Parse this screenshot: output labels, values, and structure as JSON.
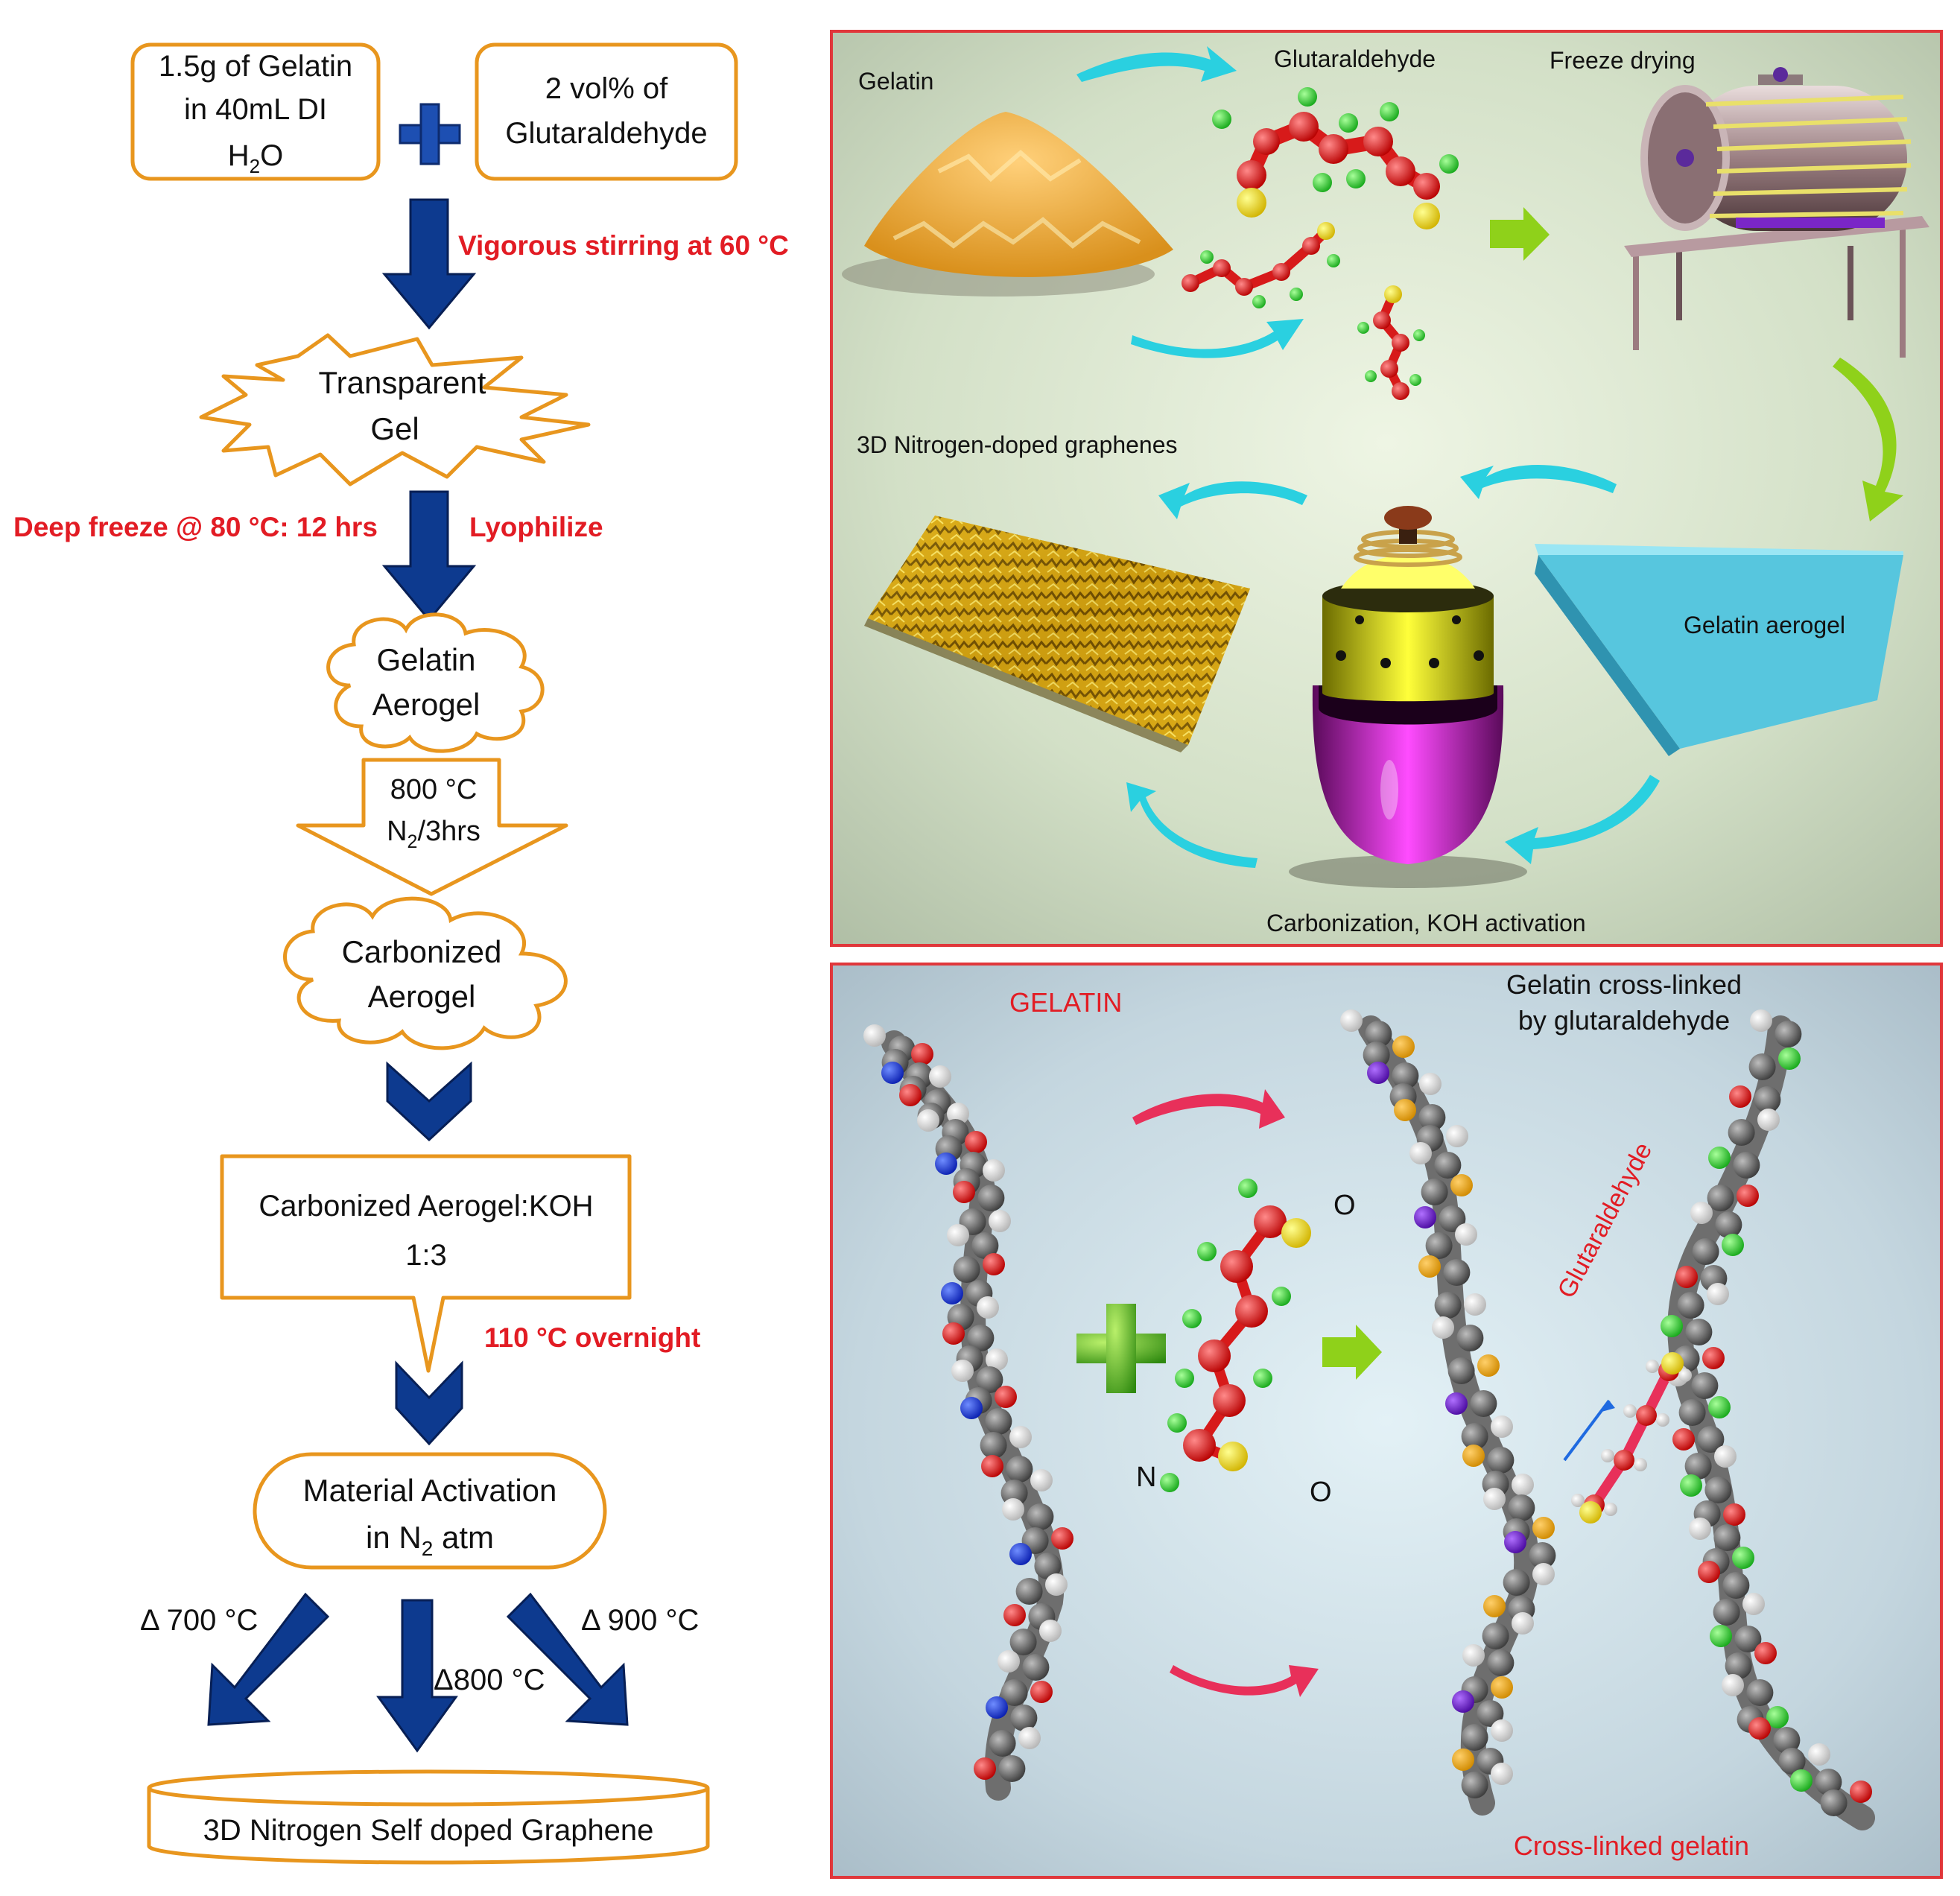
{
  "flowchart": {
    "gelatin_box": {
      "line1": "1.5g of Gelatin",
      "line2": "in 40mL DI",
      "line3_main": "H",
      "line3_sub": "2",
      "line3_end": "O"
    },
    "glut_box": {
      "line1": "2 vol% of",
      "line2": "Glutaraldehyde"
    },
    "step1_label": "Vigorous stirring at 60 °C",
    "transparent_gel": {
      "line1": "Transparent",
      "line2": "Gel"
    },
    "step2_left_label": "Deep freeze @ 80 °C: 12 hrs",
    "step2_right_label": "Lyophilize",
    "gelatin_aerogel": {
      "line1": "Gelatin",
      "line2": "Aerogel"
    },
    "carbonization_arrow": {
      "line1": "800 °C",
      "line2_main": "N",
      "line2_sub": "2",
      "line2_end": "/3hrs"
    },
    "carbonized_aerogel": {
      "line1": "Carbonized",
      "line2": "Aerogel"
    },
    "koh_box": {
      "line1": "Carbonized Aerogel:KOH",
      "line2": "1:3"
    },
    "step3_label": "110 °C overnight",
    "activation_box": {
      "line1": "Material Activation",
      "line2_main": "in N",
      "line2_sub": "2",
      "line2_end": " atm"
    },
    "temp_left": "Δ 700 °C",
    "temp_middle": "Δ800 °C",
    "temp_right": "Δ 900 °C",
    "final_box": "3D Nitrogen Self doped Graphene"
  },
  "top_panel": {
    "gelatin": "Gelatin",
    "glutaraldehyde": "Glutaraldehyde",
    "freeze_drying": "Freeze drying",
    "graphenes": "3D Nitrogen-doped graphenes",
    "aerogel": "Gelatin aerogel",
    "carbonization": "Carbonization, KOH activation"
  },
  "bottom_panel": {
    "gelatin": "GELATIN",
    "cross_linked_title_1": "Gelatin cross-linked",
    "cross_linked_title_2": "by glutaraldehyde",
    "glutaraldehyde_vertical": "Glutaraldehyde",
    "atom_o1": "O",
    "atom_o2": "O",
    "atom_n": "N",
    "cross_linked_gelatin": "Cross-linked gelatin"
  },
  "colors": {
    "flow_border": "#e8961e",
    "arrow_blue": "#0d3a8f",
    "label_red": "#e21c24",
    "panel_border": "#e0373b",
    "cyan_arrow": "#2ad0e0",
    "green_arrow": "#8fd11a",
    "pink_arrow": "#e8305a"
  },
  "icons": [
    "plus-icon",
    "down-arrow-icon",
    "cyan-curved-arrow-icon",
    "green-arrow-icon",
    "pink-curved-arrow-icon"
  ]
}
